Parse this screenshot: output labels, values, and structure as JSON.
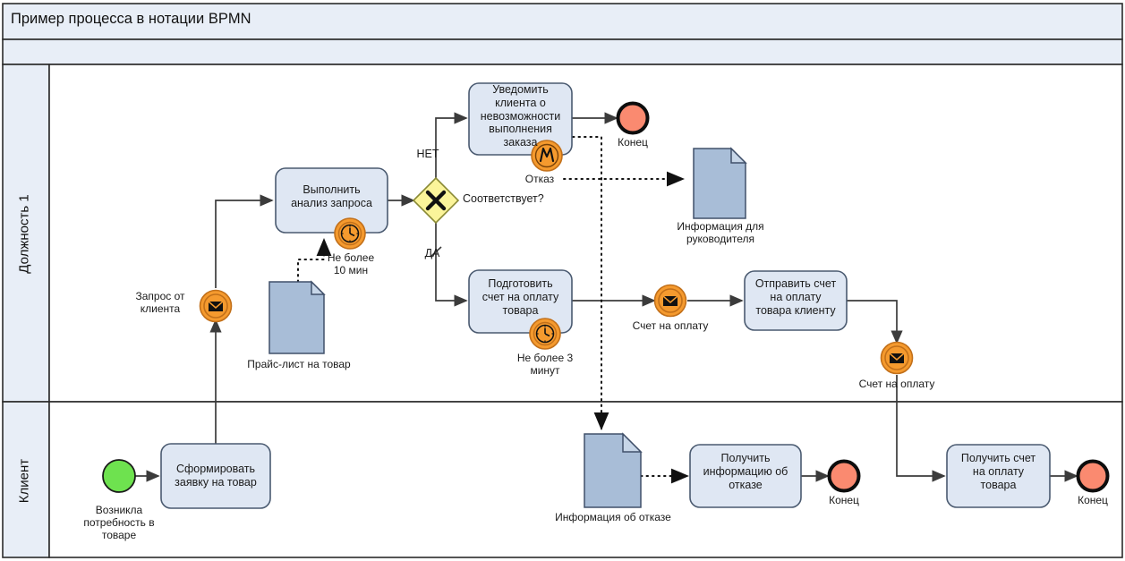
{
  "diagram": {
    "title": "Пример процесса в нотации BPMN",
    "type": "bpmn-process-diagram"
  },
  "colors": {
    "header_fill": "#e8eef7",
    "lane_header_fill": "#e8eef7",
    "task_fill": "#dfe7f3",
    "task_stroke": "#4a5a70",
    "gateway_fill": "#fbf49a",
    "event_orange": "#f59a2e",
    "start_event_fill": "#6ee24f",
    "end_event_fill": "#fa8a70",
    "document_fill": "#a8bdd7",
    "document_stroke": "#40506a",
    "connector": "#3b3b3b",
    "border": "#2b2b2b"
  },
  "lanes": [
    {
      "id": "lane-position-1",
      "label": "Должность 1"
    },
    {
      "id": "lane-client",
      "label": "Клиент"
    }
  ],
  "tasks": [
    {
      "id": "task-analyze-request",
      "label": "Выполнить\nанализ запроса",
      "lane": "lane-position-1"
    },
    {
      "id": "task-notify-client-impossible",
      "label": "Уведомить\nклиента о\nневозможности\nвыполнения\nзаказа",
      "lane": "lane-position-1"
    },
    {
      "id": "task-prepare-invoice",
      "label": "Подготовить\nсчет на оплату\nтовара",
      "lane": "lane-position-1"
    },
    {
      "id": "task-send-invoice",
      "label": "Отправить счет\nна оплату\nтовара клиенту",
      "lane": "lane-position-1"
    },
    {
      "id": "task-create-request",
      "label": "Сформировать\nзаявку на товар",
      "lane": "lane-client"
    },
    {
      "id": "task-receive-rejection-info",
      "label": "Получить\nинформацию об\nотказе",
      "lane": "lane-client"
    },
    {
      "id": "task-receive-invoice",
      "label": "Получить счет\nна оплату\nтовара",
      "lane": "lane-client"
    }
  ],
  "events": [
    {
      "id": "start-event-need-for-goods",
      "kind": "start",
      "icon": "start-event-icon",
      "label": "Возникла\nпотребность в\nтоваре"
    },
    {
      "id": "intermediate-event-client-request",
      "kind": "message-intermediate",
      "icon": "envelope-icon",
      "label": "Запрос от\nклиента"
    },
    {
      "id": "boundary-timer-10-min",
      "kind": "boundary-timer",
      "icon": "clock-icon",
      "label": "Не более\n10 мин"
    },
    {
      "id": "boundary-timer-3-min",
      "kind": "boundary-timer",
      "icon": "clock-icon",
      "label": "Не более 3\nминут"
    },
    {
      "id": "boundary-signal-rejection",
      "kind": "boundary-signal",
      "icon": "signal-icon",
      "label": "Отказ"
    },
    {
      "id": "intermediate-event-invoice-sent",
      "kind": "message-intermediate",
      "icon": "envelope-icon",
      "label": "Счет на оплату"
    },
    {
      "id": "intermediate-event-invoice-received",
      "kind": "message-intermediate",
      "icon": "envelope-icon",
      "label": "Счет на оплату"
    },
    {
      "id": "end-event-top",
      "kind": "end",
      "icon": "end-event-icon",
      "label": "Конец"
    },
    {
      "id": "end-event-rejection",
      "kind": "end",
      "icon": "end-event-icon",
      "label": "Конец"
    },
    {
      "id": "end-event-invoice",
      "kind": "end",
      "icon": "end-event-icon",
      "label": "Конец"
    }
  ],
  "gateway": {
    "id": "gateway-matches",
    "icon": "exclusive-gateway-x-icon",
    "label": "Соответствует?",
    "branch_no": "НЕТ",
    "branch_yes": "ДА"
  },
  "documents": [
    {
      "id": "doc-price-list",
      "label": "Прайс-лист на товар"
    },
    {
      "id": "doc-info-for-manager",
      "label": "Информация для\nруководителя"
    },
    {
      "id": "doc-rejection-info",
      "label": "Информация об отказе"
    }
  ]
}
